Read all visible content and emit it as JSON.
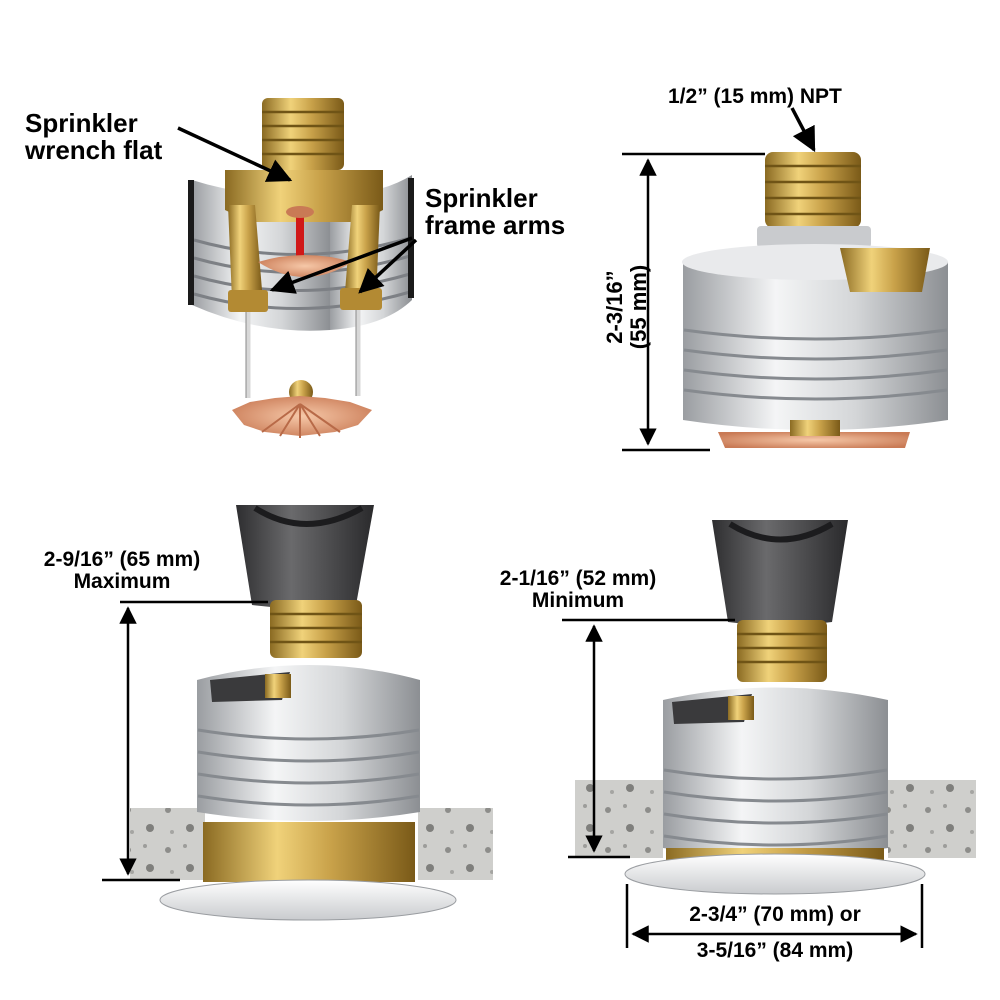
{
  "callouts": {
    "wrench_flat": [
      "Sprinkler",
      "wrench flat"
    ],
    "frame_arms": [
      "Sprinkler",
      "frame arms"
    ],
    "npt": "1/2” (15 mm) NPT",
    "height": [
      "2-3/16”",
      "(55 mm)"
    ],
    "max": [
      "2-9/16” (65 mm)",
      "Maximum"
    ],
    "min": [
      "2-1/16” (52 mm)",
      "Minimum"
    ],
    "diameter": [
      "2-3/4” (70 mm) or",
      "3-5/16” (84 mm)"
    ]
  },
  "colors": {
    "brass": "#c9a24a",
    "brass_dark": "#8a6a22",
    "silver": "#d6d8da",
    "silver_dark": "#8c8f93",
    "copper": "#e0a080",
    "bulb_red": "#d01818",
    "fitting": "#4a4a4c",
    "concrete": "#c8c8c6"
  }
}
